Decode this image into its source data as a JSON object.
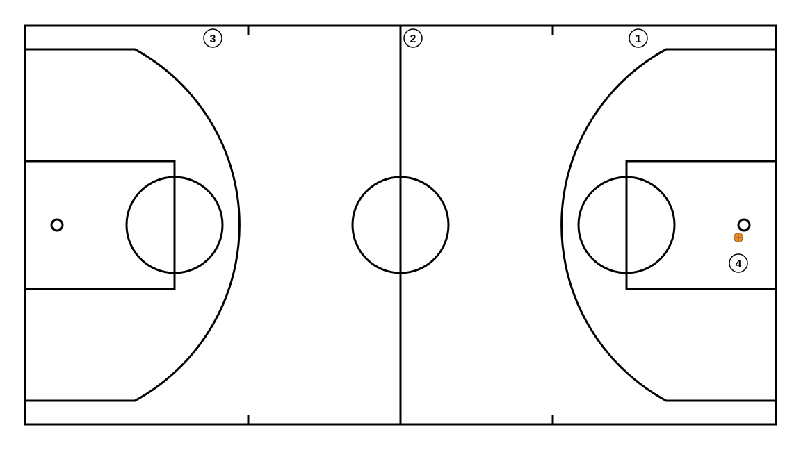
{
  "colors": {
    "background": "#ffffff",
    "lines": "#000000",
    "ball": "#e8912d",
    "ball_seams": "#8a4a10"
  },
  "players": [
    {
      "number": "1"
    },
    {
      "number": "2"
    },
    {
      "number": "3"
    },
    {
      "number": "4"
    }
  ],
  "ball": {
    "icon": "basketball-icon"
  }
}
